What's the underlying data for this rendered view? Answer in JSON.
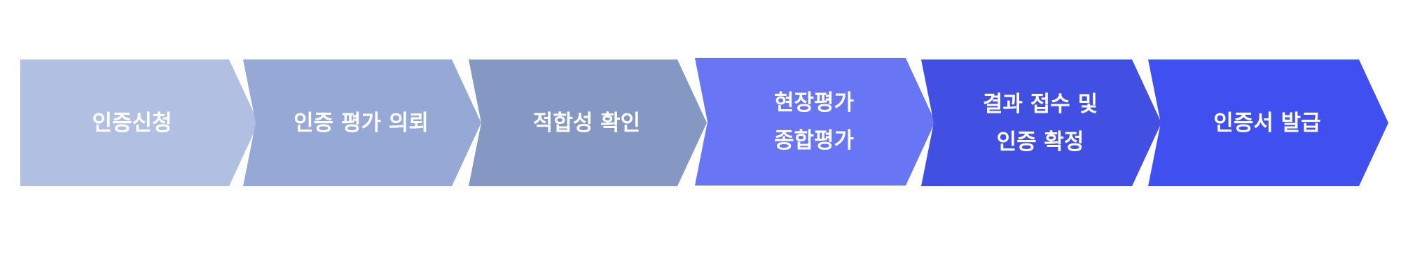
{
  "process": {
    "steps": [
      {
        "lines": [
          "인증신청"
        ],
        "color": "#b1bfe2"
      },
      {
        "lines": [
          "인증 평가 의뢰"
        ],
        "color": "#95a8d6"
      },
      {
        "lines": [
          "적합성 확인"
        ],
        "color": "#8598c4"
      },
      {
        "lines": [
          "현장평가",
          "종합평가"
        ],
        "color": "#6875f4"
      },
      {
        "lines": [
          "결과 접수 및",
          "인증 확정"
        ],
        "color": "#4150e3"
      },
      {
        "lines": [
          "인증서 발급"
        ],
        "color": "#404ff0"
      }
    ]
  }
}
